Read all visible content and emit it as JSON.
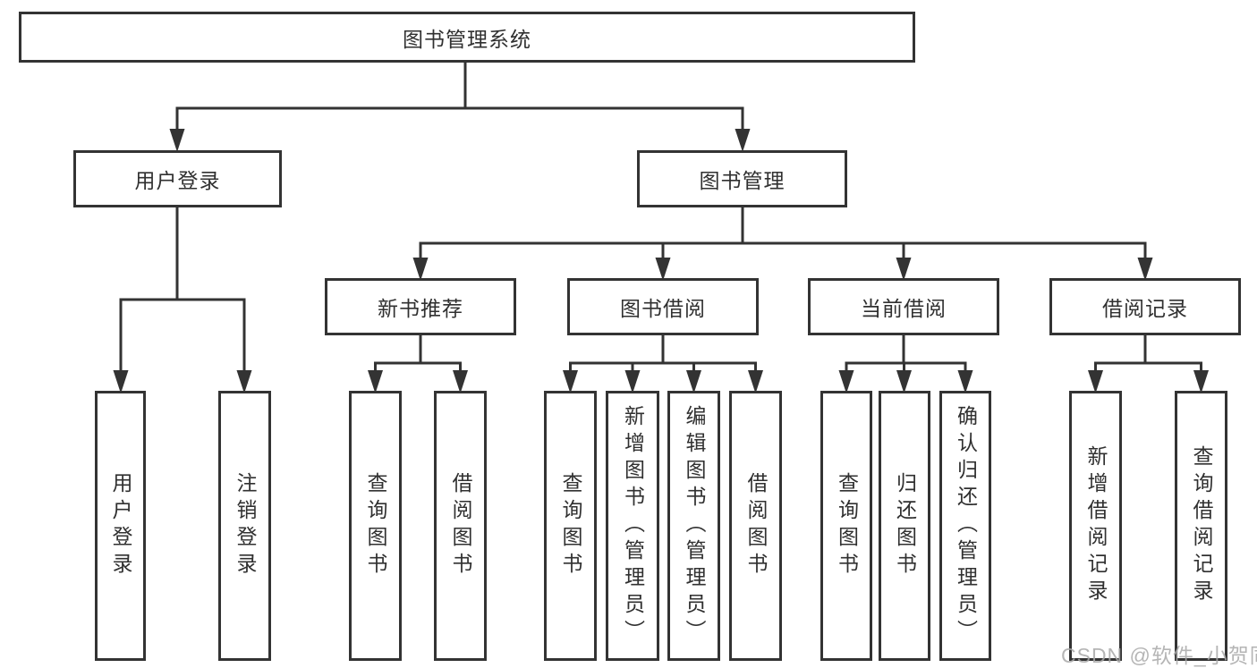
{
  "colors": {
    "line": "#333333",
    "text": "#303030",
    "background": "#ffffff",
    "watermark": "#a9a9a9"
  },
  "watermark": {
    "text": "CSDN @软件_小贺同学"
  },
  "tree": {
    "label": "图书管理系统",
    "children": [
      {
        "label": "用户登录",
        "children": [
          {
            "label": "用户登录"
          },
          {
            "label": "注销登录"
          }
        ]
      },
      {
        "label": "图书管理",
        "children": [
          {
            "label": "新书推荐",
            "children": [
              {
                "label": "查询图书"
              },
              {
                "label": "借阅图书"
              }
            ]
          },
          {
            "label": "图书借阅",
            "children": [
              {
                "label": "查询图书"
              },
              {
                "label": "新增图书（管理员）"
              },
              {
                "label": "编辑图书（管理员）"
              },
              {
                "label": "借阅图书"
              }
            ]
          },
          {
            "label": "当前借阅",
            "children": [
              {
                "label": "查询图书"
              },
              {
                "label": "归还图书"
              },
              {
                "label": "确认归还（管理员）"
              }
            ]
          },
          {
            "label": "借阅记录",
            "children": [
              {
                "label": "新增借阅记录"
              },
              {
                "label": "查询借阅记录"
              }
            ]
          }
        ]
      }
    ]
  }
}
